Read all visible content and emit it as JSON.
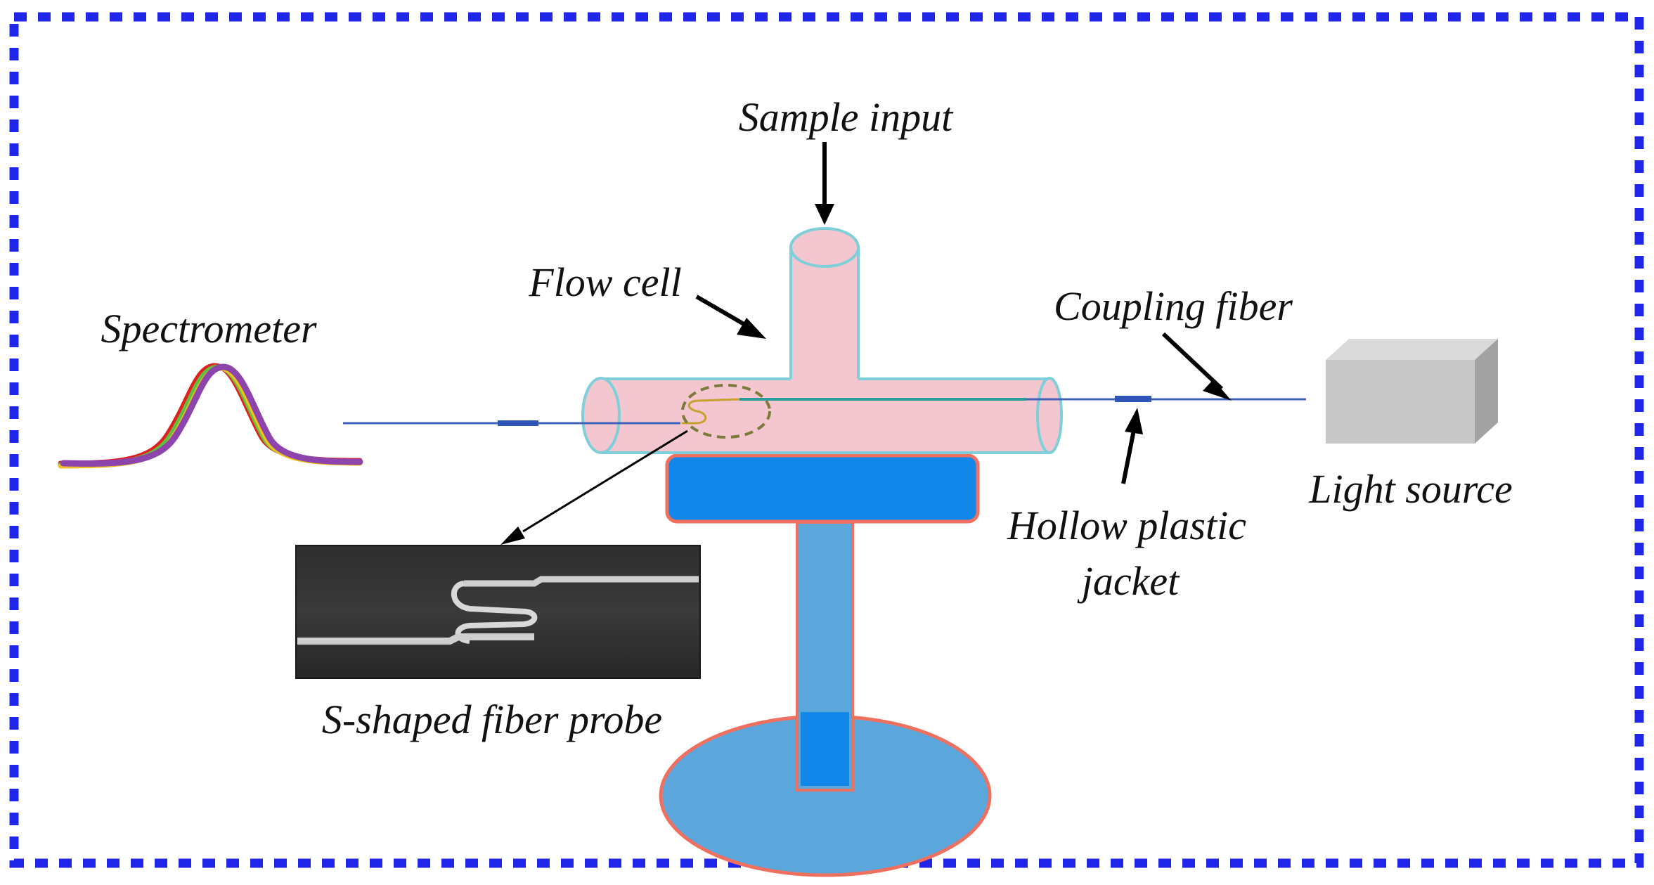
{
  "labels": {
    "sample_input": "Sample input",
    "flow_cell": "Flow cell",
    "coupling_fiber": "Coupling fiber",
    "spectrometer": "Spectrometer",
    "light_source": "Light source",
    "hollow_jacket_line1": "Hollow plastic",
    "hollow_jacket_line2": "jacket",
    "s_probe": "S-shaped fiber probe"
  },
  "colors": {
    "frame": "#1f26e8",
    "cell_fill": "#f4c6cf",
    "cell_edge": "#7ecfd9",
    "fiber": "#3f63b8",
    "stand_fill": "#1187ea",
    "stand_light": "#5ba7dc",
    "stand_edge": "#f07060",
    "box_front": "#c8c8c8",
    "box_top": "#dadada",
    "box_side": "#a2a2a2",
    "spectrum_colors": [
      "#e02020",
      "#5fbf3f",
      "#f0c020",
      "#8e44ad"
    ]
  }
}
